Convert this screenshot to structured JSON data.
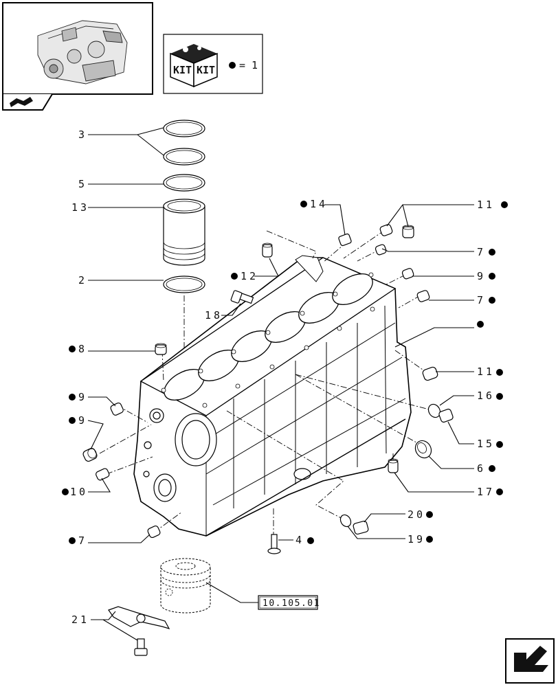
{
  "kit_legend": {
    "equals_text": "= 1",
    "kit_word": "KIT"
  },
  "callouts": {
    "c3": "3",
    "c5": "5",
    "c13": "13",
    "c2": "2",
    "c8": "8",
    "c9a": "9",
    "c9b": "9",
    "c10": "10",
    "c7a": "7",
    "c14": "14",
    "c12": "12",
    "c18": "18",
    "c11a": "11",
    "c7b": "7",
    "c9c": "9",
    "c7c": "7",
    "c11b": "11",
    "c16": "16",
    "c15": "15",
    "c6": "6",
    "c17": "17",
    "c20": "20",
    "c19": "19",
    "c4": "4",
    "c21": "21"
  },
  "reference": {
    "piston_ref": "10.105.01"
  },
  "colors": {
    "line": "#000000",
    "background": "#ffffff"
  }
}
